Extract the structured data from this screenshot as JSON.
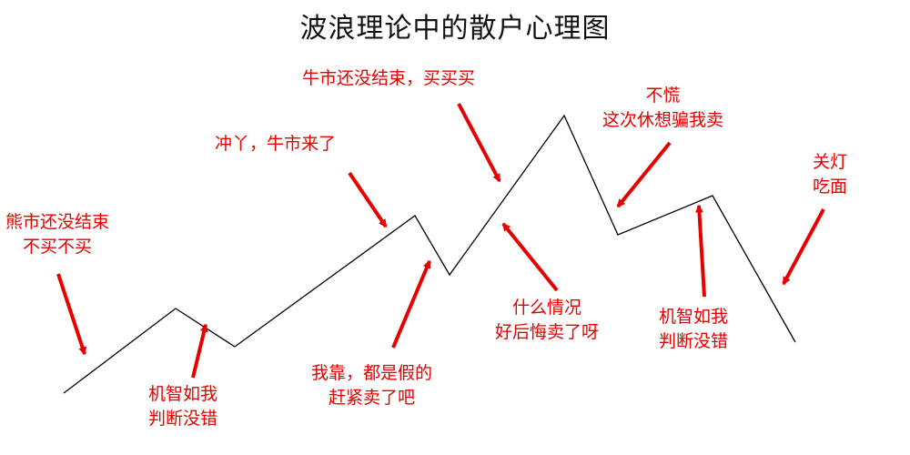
{
  "title": "波浪理论中的散户心理图",
  "colors": {
    "wave": "#000000",
    "annotation": "#e60000"
  },
  "annotations": [
    {
      "id": "bear",
      "lines": [
        "熊市还没结束",
        "不买不买"
      ]
    },
    {
      "id": "clever1",
      "lines": [
        "机智如我",
        "判断没错"
      ]
    },
    {
      "id": "charge",
      "lines": [
        "冲丫，牛市来了"
      ]
    },
    {
      "id": "fake",
      "lines": [
        "我靠，都是假的",
        "赶紧卖了吧"
      ]
    },
    {
      "id": "buy",
      "lines": [
        "牛市还没结束，买买买"
      ]
    },
    {
      "id": "regret",
      "lines": [
        "什么情况",
        "好后悔卖了呀"
      ]
    },
    {
      "id": "nopanic",
      "lines": [
        "不慌",
        "这次休想骗我卖"
      ]
    },
    {
      "id": "clever2",
      "lines": [
        "机智如我",
        "判断没错"
      ]
    },
    {
      "id": "dinner",
      "lines": [
        "关灯",
        "吃面"
      ]
    }
  ]
}
